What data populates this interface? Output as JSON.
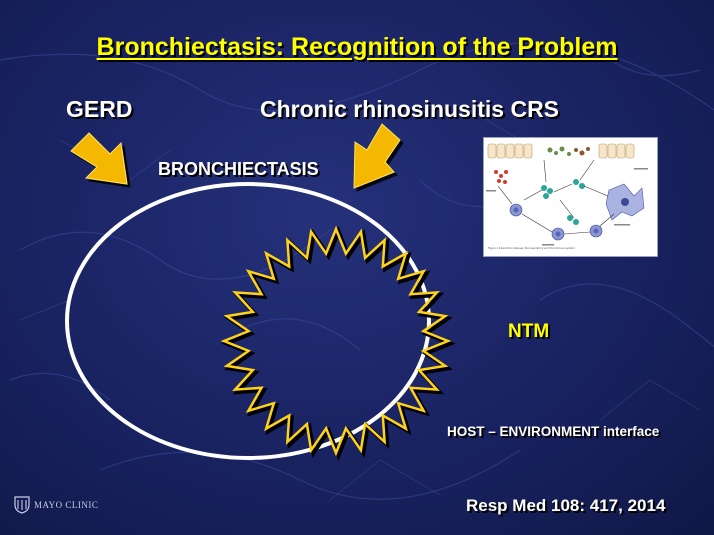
{
  "slide": {
    "title": "Bronchiectasis: Recognition of the Problem",
    "labels": {
      "gerd": "GERD",
      "crs": "Chronic rhinosinusitis CRS",
      "bronchiectasis": "BRONCHIECTASIS",
      "ntm": "NTM",
      "host_environment": "HOST – ENVIRONMENT  interface"
    },
    "reference": "Resp Med 108: 417, 2014",
    "logo_text": "MAYO CLINIC",
    "inset_figure": {
      "caption": "Figure 1 Interaction between the respiratory and the immune system"
    }
  },
  "colors": {
    "background": "#1b2566",
    "title": "#ffff00",
    "text": "#ffffff",
    "arrow": "#f5b800",
    "starburst_outline": "#ffd21a",
    "ellipse": "#ffffff",
    "ntm": "#ffff00"
  },
  "icons": [
    "arrow-down-right-icon",
    "arrow-down-left-icon",
    "starburst-icon",
    "mayo-shield-icon"
  ]
}
